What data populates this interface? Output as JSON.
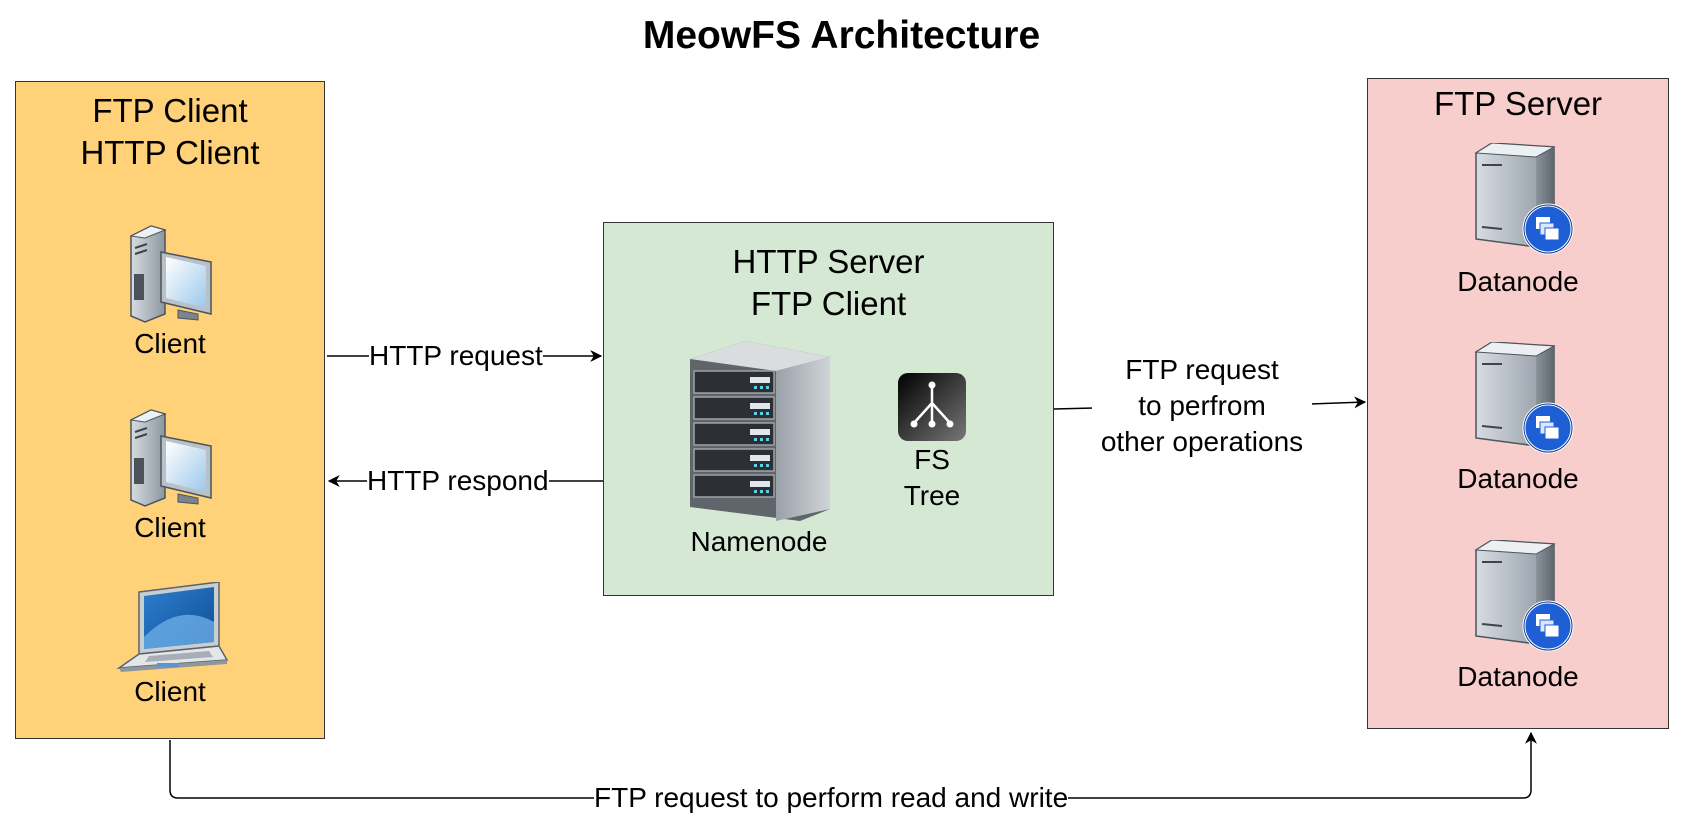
{
  "title": "MeowFS Architecture",
  "client_group": {
    "title_line1": "FTP Client",
    "title_line2": "HTTP Client",
    "nodes": [
      {
        "label": "Client",
        "icon": "desktop-computer-icon"
      },
      {
        "label": "Client",
        "icon": "desktop-computer-icon"
      },
      {
        "label": "Client",
        "icon": "laptop-icon"
      }
    ]
  },
  "http_group": {
    "title_line1": "HTTP Server",
    "title_line2": "FTP Client",
    "namenode_label": "Namenode",
    "fstree_label_line1": "FS",
    "fstree_label_line2": "Tree"
  },
  "ftp_group": {
    "title": "FTP Server",
    "nodes": [
      {
        "label": "Datanode",
        "icon": "server-tower-icon"
      },
      {
        "label": "Datanode",
        "icon": "server-tower-icon"
      },
      {
        "label": "Datanode",
        "icon": "server-tower-icon"
      }
    ]
  },
  "edges": {
    "http_request": "HTTP request",
    "http_respond": "HTTP respond",
    "ftp_other_line1": "FTP request",
    "ftp_other_line2": "to perfrom",
    "ftp_other_line3": "other operations",
    "ftp_rw": "FTP request to perform read and write"
  },
  "colors": {
    "client_fill": "#FFD27A",
    "http_fill": "#D5E8D4",
    "ftp_fill": "#F8CECC",
    "stroke": "#000000"
  }
}
